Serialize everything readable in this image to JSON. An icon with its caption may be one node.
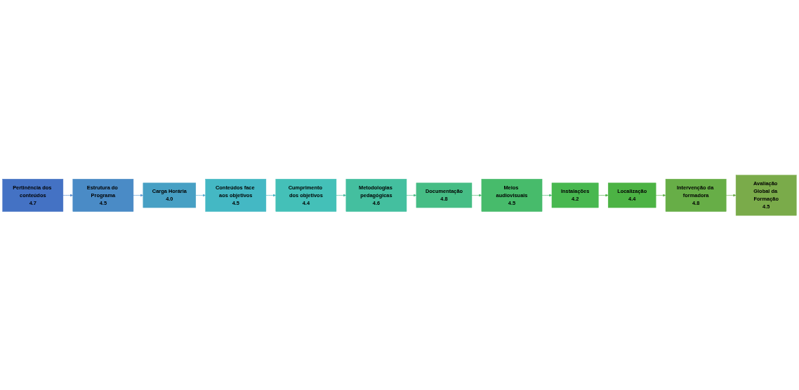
{
  "diagram": {
    "nodes": [
      {
        "text": [
          "Pertinência dos conteúdos",
          "4.7"
        ]
      },
      {
        "text": [
          "Estrutura do Programa",
          "4.5"
        ]
      },
      {
        "text": [
          "Carga Horária",
          "4.0"
        ]
      },
      {
        "text": [
          "Conteúdos face aos objetivos",
          "4.5"
        ]
      },
      {
        "text": [
          "Cumprimento dos objetivos",
          "4.4"
        ]
      },
      {
        "text": [
          "Metodologias pedagógicas",
          "4.6"
        ]
      },
      {
        "text": [
          "Documentação",
          "4.8"
        ]
      },
      {
        "text": [
          "Meios audiovisuais",
          "4.5"
        ]
      },
      {
        "text": [
          "Instalações",
          "4.2"
        ]
      },
      {
        "text": [
          "Localização",
          "4.4"
        ]
      },
      {
        "text": [
          "Intervenção da formadora",
          "4.8"
        ]
      },
      {
        "text": [
          "Avaliação Global da Formação",
          "4.5"
        ]
      }
    ],
    "edges": [
      {
        "from": 0,
        "to": 1,
        "arrow": "to",
        "color": "#5b8fd0"
      },
      {
        "from": 1,
        "to": 2,
        "arrow": "to",
        "color": "#5b9bd5"
      },
      {
        "from": 2,
        "to": 3,
        "arrow": "to",
        "color": "#5bb0d0"
      },
      {
        "from": 3,
        "to": 4,
        "arrow": "to",
        "color": "#44b8c4"
      },
      {
        "from": 4,
        "to": 5,
        "arrow": "to",
        "color": "#46bd9f"
      },
      {
        "from": 5,
        "to": 6,
        "arrow": "to",
        "color": "#46bd85"
      },
      {
        "from": 6,
        "to": 7,
        "arrow": "to",
        "color": "#47bb6b"
      },
      {
        "from": 7,
        "to": 8,
        "arrow": "to",
        "color": "#47bb6b"
      },
      {
        "from": 8,
        "to": 9,
        "arrow": "to",
        "color": "#4cb344"
      },
      {
        "from": 9,
        "to": 10,
        "arrow": "to",
        "color": "#5cb347"
      },
      {
        "from": 10,
        "to": 11,
        "arrow": "to",
        "color": "#67ae47"
      }
    ]
  }
}
